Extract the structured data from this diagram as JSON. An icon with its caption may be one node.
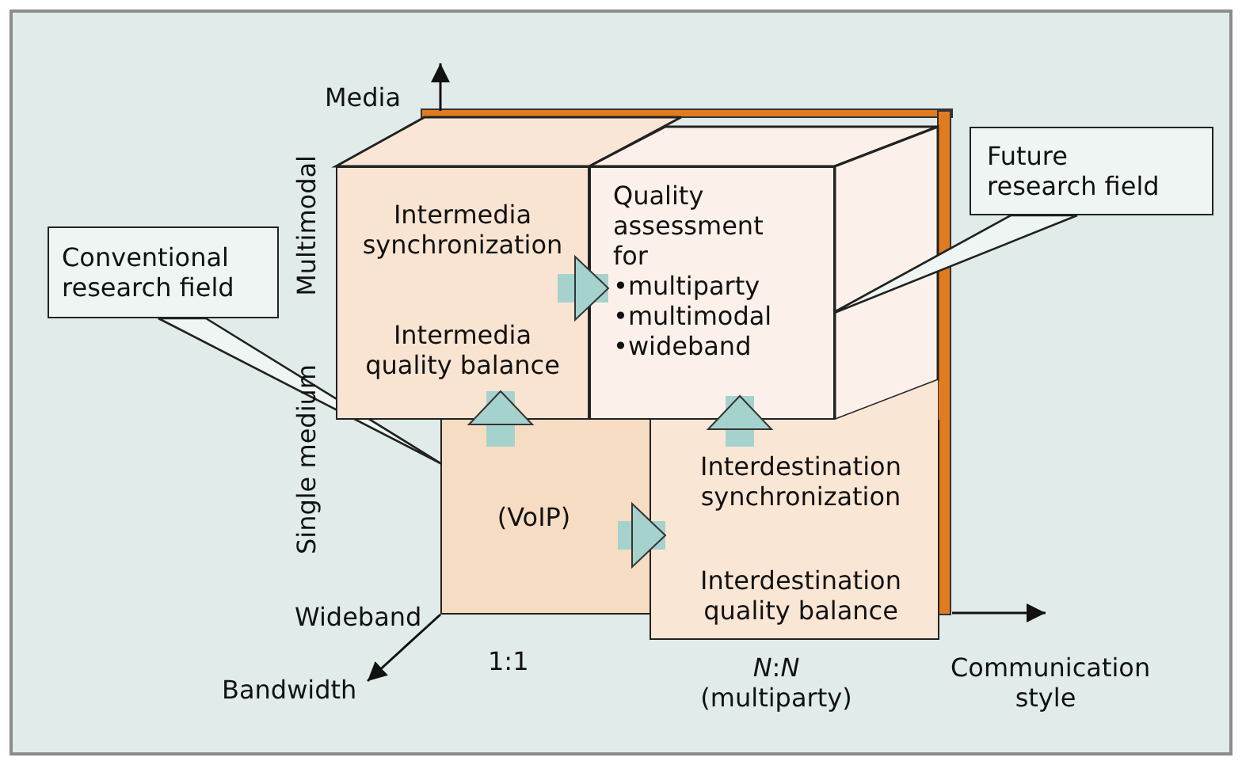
{
  "diagram": {
    "nodes": [
      {
        "text": [
          "Intermedia synchronization",
          "Intermedia quality balance"
        ]
      },
      {
        "text": [
          "Quality assessment for",
          "•multiparty",
          "•multimodal",
          "•wideband"
        ]
      },
      {
        "text": [
          "Future research field"
        ]
      },
      {
        "text": [
          "Conventional research field"
        ]
      },
      {
        "text": [
          "(VoIP)"
        ]
      },
      {
        "text": [
          "Interdestination synchronization",
          "Interdestination quality balance"
        ]
      }
    ],
    "edges": [
      {
        "from": 0,
        "to": 1,
        "arrow": "to"
      },
      {
        "from": 4,
        "to": 0,
        "arrow": "to"
      },
      {
        "from": 5,
        "to": 1,
        "arrow": "to"
      },
      {
        "from": 4,
        "to": 5,
        "arrow": "to"
      },
      {
        "from": 2,
        "to": 1,
        "arrow": "none"
      },
      {
        "from": 3,
        "to": 4,
        "arrow": "none"
      }
    ],
    "labels": [
      "Media",
      "Multimodal",
      "Single medium",
      "Wideband",
      "Bandwidth",
      "1:1",
      "*N*:*N* (multiparty)",
      "Communication style"
    ]
  }
}
